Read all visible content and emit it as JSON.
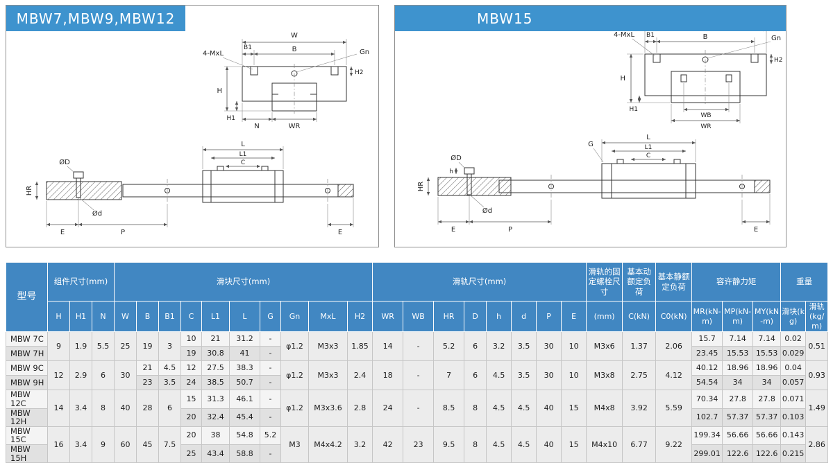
{
  "panels": {
    "left": {
      "title": "MBW7,MBW9,MBW12"
    },
    "right": {
      "title": "MBW15"
    }
  },
  "dims": {
    "W": "W",
    "B": "B",
    "B1": "B1",
    "Gn": "Gn",
    "MxL": "4-MxL",
    "H": "H",
    "H1": "H1",
    "N": "N",
    "WR": "WR",
    "WB": "WB",
    "H2": "H2",
    "L": "L",
    "L1": "L1",
    "C": "C",
    "OD": "ØD",
    "Od": "Ød",
    "HR": "HR",
    "h": "h",
    "E": "E",
    "P": "P",
    "G": "G"
  },
  "colors": {
    "banner_blue": "#3e93ce",
    "header_blue": "#4187c2",
    "row_light": "#f4f4f4",
    "row_dark": "#e1e1e1",
    "merged": "#ececec"
  },
  "table": {
    "header": {
      "model": "型号",
      "groups": [
        {
          "label": "组件尺寸(mm)",
          "cols": [
            "H",
            "H1",
            "N"
          ]
        },
        {
          "label": "滑块尺寸(mm)",
          "cols": [
            "W",
            "B",
            "B1",
            "C",
            "L1",
            "L",
            "G",
            "Gn",
            "MxL",
            "H2"
          ]
        },
        {
          "label": "滑轨尺寸(mm)",
          "cols": [
            "WR",
            "WB",
            "HR",
            "D",
            "h",
            "d",
            "P",
            "E"
          ]
        },
        {
          "label": "滑轨的固定螺栓尺寸",
          "cols": [
            "(mm)"
          ]
        },
        {
          "label": "基本动额定负荷",
          "cols": [
            "C(kN)"
          ]
        },
        {
          "label": "基本静额定负荷",
          "cols": [
            "C0(kN)"
          ]
        },
        {
          "label": "容许静力矩",
          "cols": [
            "MR(kN-m)",
            "MP(kN-m)",
            "MY(kN-m)"
          ]
        },
        {
          "label": "重量",
          "cols": [
            "滑块(kg)",
            "滑轨(kg/m)"
          ]
        }
      ]
    },
    "rows": [
      {
        "model": "MBW 7C",
        "cells": [
          [
            "9",
            2
          ],
          [
            "1.9",
            2
          ],
          [
            "5.5",
            2
          ],
          [
            "25",
            2
          ],
          [
            "19",
            2
          ],
          [
            "3",
            2
          ],
          [
            "10"
          ],
          [
            "21"
          ],
          [
            "31.2"
          ],
          [
            "-"
          ],
          [
            "φ1.2",
            2
          ],
          [
            "M3x3",
            2
          ],
          [
            "1.85",
            2
          ],
          [
            "14",
            2
          ],
          [
            "-",
            2
          ],
          [
            "5.2",
            2
          ],
          [
            "6",
            2
          ],
          [
            "3.2",
            2
          ],
          [
            "3.5",
            2
          ],
          [
            "30",
            2
          ],
          [
            "10",
            2
          ],
          [
            "M3x6",
            2
          ],
          [
            "1.37",
            2
          ],
          [
            "2.06",
            2
          ],
          [
            "15.7"
          ],
          [
            "7.14"
          ],
          [
            "7.14"
          ],
          [
            "0.02"
          ],
          [
            "0.51",
            2
          ]
        ]
      },
      {
        "model": "MBW 7H",
        "cells": [
          [
            "19"
          ],
          [
            "30.8"
          ],
          [
            "41"
          ],
          [
            "-"
          ],
          [
            "23.45"
          ],
          [
            "15.53"
          ],
          [
            "15.53"
          ],
          [
            "0.029"
          ]
        ]
      },
      {
        "model": "MBW 9C",
        "cells": [
          [
            "12",
            2
          ],
          [
            "2.9",
            2
          ],
          [
            "6",
            2
          ],
          [
            "30",
            2
          ],
          [
            "21"
          ],
          [
            "4.5"
          ],
          [
            "12"
          ],
          [
            "27.5"
          ],
          [
            "38.3"
          ],
          [
            "-"
          ],
          [
            "φ1.2",
            2
          ],
          [
            "M3x3",
            2
          ],
          [
            "2.4",
            2
          ],
          [
            "18",
            2
          ],
          [
            "-",
            2
          ],
          [
            "7",
            2
          ],
          [
            "6",
            2
          ],
          [
            "4.5",
            2
          ],
          [
            "3.5",
            2
          ],
          [
            "30",
            2
          ],
          [
            "10",
            2
          ],
          [
            "M3x8",
            2
          ],
          [
            "2.75",
            2
          ],
          [
            "4.12",
            2
          ],
          [
            "40.12"
          ],
          [
            "18.96"
          ],
          [
            "18.96"
          ],
          [
            "0.04"
          ],
          [
            "0.93",
            2
          ]
        ]
      },
      {
        "model": "MBW 9H",
        "cells": [
          [
            "23"
          ],
          [
            "3.5"
          ],
          [
            "24"
          ],
          [
            "38.5"
          ],
          [
            "50.7"
          ],
          [
            "-"
          ],
          [
            "54.54"
          ],
          [
            "34"
          ],
          [
            "34"
          ],
          [
            "0.057"
          ]
        ]
      },
      {
        "model": "MBW 12C",
        "cells": [
          [
            "14",
            2
          ],
          [
            "3.4",
            2
          ],
          [
            "8",
            2
          ],
          [
            "40",
            2
          ],
          [
            "28",
            2
          ],
          [
            "6",
            2
          ],
          [
            "15"
          ],
          [
            "31.3"
          ],
          [
            "46.1"
          ],
          [
            "-"
          ],
          [
            "φ1.2",
            2
          ],
          [
            "M3x3.6",
            2
          ],
          [
            "2.8",
            2
          ],
          [
            "24",
            2
          ],
          [
            "-",
            2
          ],
          [
            "8.5",
            2
          ],
          [
            "8",
            2
          ],
          [
            "4.5",
            2
          ],
          [
            "4.5",
            2
          ],
          [
            "40",
            2
          ],
          [
            "15",
            2
          ],
          [
            "M4x8",
            2
          ],
          [
            "3.92",
            2
          ],
          [
            "5.59",
            2
          ],
          [
            "70.34"
          ],
          [
            "27.8"
          ],
          [
            "27.8"
          ],
          [
            "0.071"
          ],
          [
            "1.49",
            2
          ]
        ]
      },
      {
        "model": "MBW 12H",
        "cells": [
          [
            "20"
          ],
          [
            "32.4"
          ],
          [
            "45.4"
          ],
          [
            "-"
          ],
          [
            "102.7"
          ],
          [
            "57.37"
          ],
          [
            "57.37"
          ],
          [
            "0.103"
          ]
        ]
      },
      {
        "model": "MBW 15C",
        "cells": [
          [
            "16",
            2
          ],
          [
            "3.4",
            2
          ],
          [
            "9",
            2
          ],
          [
            "60",
            2
          ],
          [
            "45",
            2
          ],
          [
            "7.5",
            2
          ],
          [
            "20"
          ],
          [
            "38"
          ],
          [
            "54.8"
          ],
          [
            "5.2"
          ],
          [
            "M3",
            2
          ],
          [
            "M4x4.2",
            2
          ],
          [
            "3.2",
            2
          ],
          [
            "42",
            2
          ],
          [
            "23",
            2
          ],
          [
            "9.5",
            2
          ],
          [
            "8",
            2
          ],
          [
            "4.5",
            2
          ],
          [
            "4.5",
            2
          ],
          [
            "40",
            2
          ],
          [
            "15",
            2
          ],
          [
            "M4x10",
            2
          ],
          [
            "6.77",
            2
          ],
          [
            "9.22",
            2
          ],
          [
            "199.34"
          ],
          [
            "56.66"
          ],
          [
            "56.66"
          ],
          [
            "0.143"
          ],
          [
            "2.86",
            2
          ]
        ]
      },
      {
        "model": "MBW 15H",
        "cells": [
          [
            "25"
          ],
          [
            "43.4"
          ],
          [
            "58.8"
          ],
          [
            "-"
          ],
          [
            "299.01"
          ],
          [
            "122.6"
          ],
          [
            "122.6"
          ],
          [
            "0.215"
          ]
        ]
      }
    ]
  }
}
